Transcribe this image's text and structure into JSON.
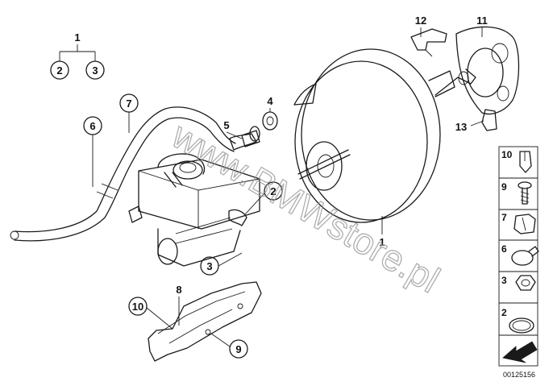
{
  "diagram": {
    "watermark": "www.BMWstore.pl",
    "document_number": "00125156",
    "callouts": {
      "c1_top": "1",
      "c2_top": "2",
      "c3_top": "3",
      "c7": "7",
      "c6": "6",
      "c5": "5",
      "c4": "4",
      "c2_cyl": "2",
      "c3_cyl": "3",
      "c1_booster": "1",
      "c12": "12",
      "c11": "11",
      "c13": "13",
      "c8": "8",
      "c10_shield": "10",
      "c9_shield": "9"
    },
    "side_panel": [
      {
        "label": "10",
        "icon": "clip-nut-icon"
      },
      {
        "label": "9",
        "icon": "screw-icon"
      },
      {
        "label": "7",
        "icon": "grommet-icon"
      },
      {
        "label": "6",
        "icon": "hose-clamp-icon"
      },
      {
        "label": "3",
        "icon": "hex-nut-icon"
      },
      {
        "label": "2",
        "icon": "o-ring-icon"
      },
      {
        "label": "",
        "icon": "arrow-direction-icon"
      }
    ]
  }
}
